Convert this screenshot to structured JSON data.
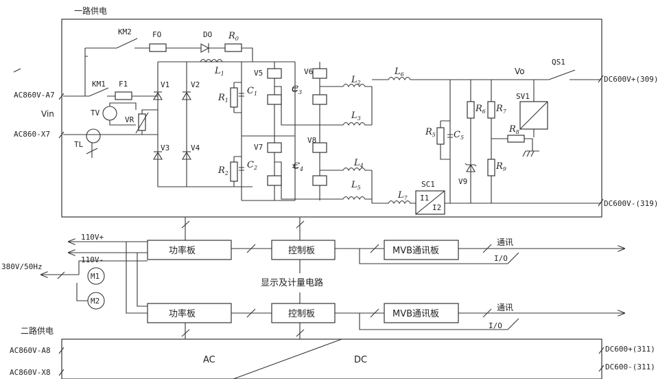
{
  "titles": {
    "supply1": "一路供电",
    "supply2": "二路供电"
  },
  "inputs": {
    "ac_a7": "AC860V-A7",
    "ac_x7": "AC860-X7",
    "vin": "Vin",
    "ac_a8": "AC860V-A8",
    "ac_x8": "AC860V-X8",
    "v380": "380V/50Hz",
    "v110p": "110V+",
    "v110m": "110V-"
  },
  "outputs": {
    "dc_pos1": "DC600V+(309)",
    "dc_neg1": "DC600V-(319)",
    "dc_pos2": "DC600+(311)",
    "dc_neg2": "DC600-(311)",
    "vo": "Vo"
  },
  "components": {
    "km1": "KM1",
    "km2": "KM2",
    "f0": "FO",
    "f1": "F1",
    "d0": "DO",
    "r0": "R",
    "r0s": "0",
    "tv": "TV",
    "vr": "VR",
    "tl": "TL",
    "v1": "V1",
    "v2": "V2",
    "v3": "V3",
    "v4": "V4",
    "v5": "V5",
    "v6": "V6",
    "v7": "V7",
    "v8": "V8",
    "v9": "V9",
    "l1": "L",
    "l1s": "1",
    "r1": "R",
    "r1s": "1",
    "r2": "R",
    "r2s": "2",
    "c1": "C",
    "c1s": "1",
    "c2": "C",
    "c2s": "2",
    "c3": "C",
    "c3s": "3",
    "c4": "C",
    "c4s": "4",
    "l2": "L",
    "l2s": "2",
    "l3": "L",
    "l3s": "3",
    "l4": "L",
    "l4s": "4",
    "l5": "L",
    "l5s": "5",
    "l6": "L",
    "l6s": "6",
    "l7": "L",
    "l7s": "7",
    "r5": "R",
    "r5s": "5",
    "c5": "C",
    "c5s": "5",
    "r6": "R",
    "r6s": "6",
    "r7": "R",
    "r7s": "7",
    "r8": "R",
    "r8s": "8",
    "r9": "R",
    "r9s": "9",
    "sc1": "SC1",
    "i1": "I1",
    "i2": "I2",
    "sv1": "SV1",
    "qs1": "QS1",
    "m1": "M1",
    "m2": "M2"
  },
  "boards": {
    "power1": "功率板",
    "control1": "控制板",
    "mvb1": "MVB通讯板",
    "power2": "功率板",
    "control2": "控制板",
    "mvb2": "MVB通讯板",
    "display": "显示及计量电路",
    "comm1": "通讯",
    "comm2": "通讯",
    "io1": "I/O",
    "io2": "I/O"
  },
  "acdc": {
    "ac": "AC",
    "dc": "DC"
  }
}
